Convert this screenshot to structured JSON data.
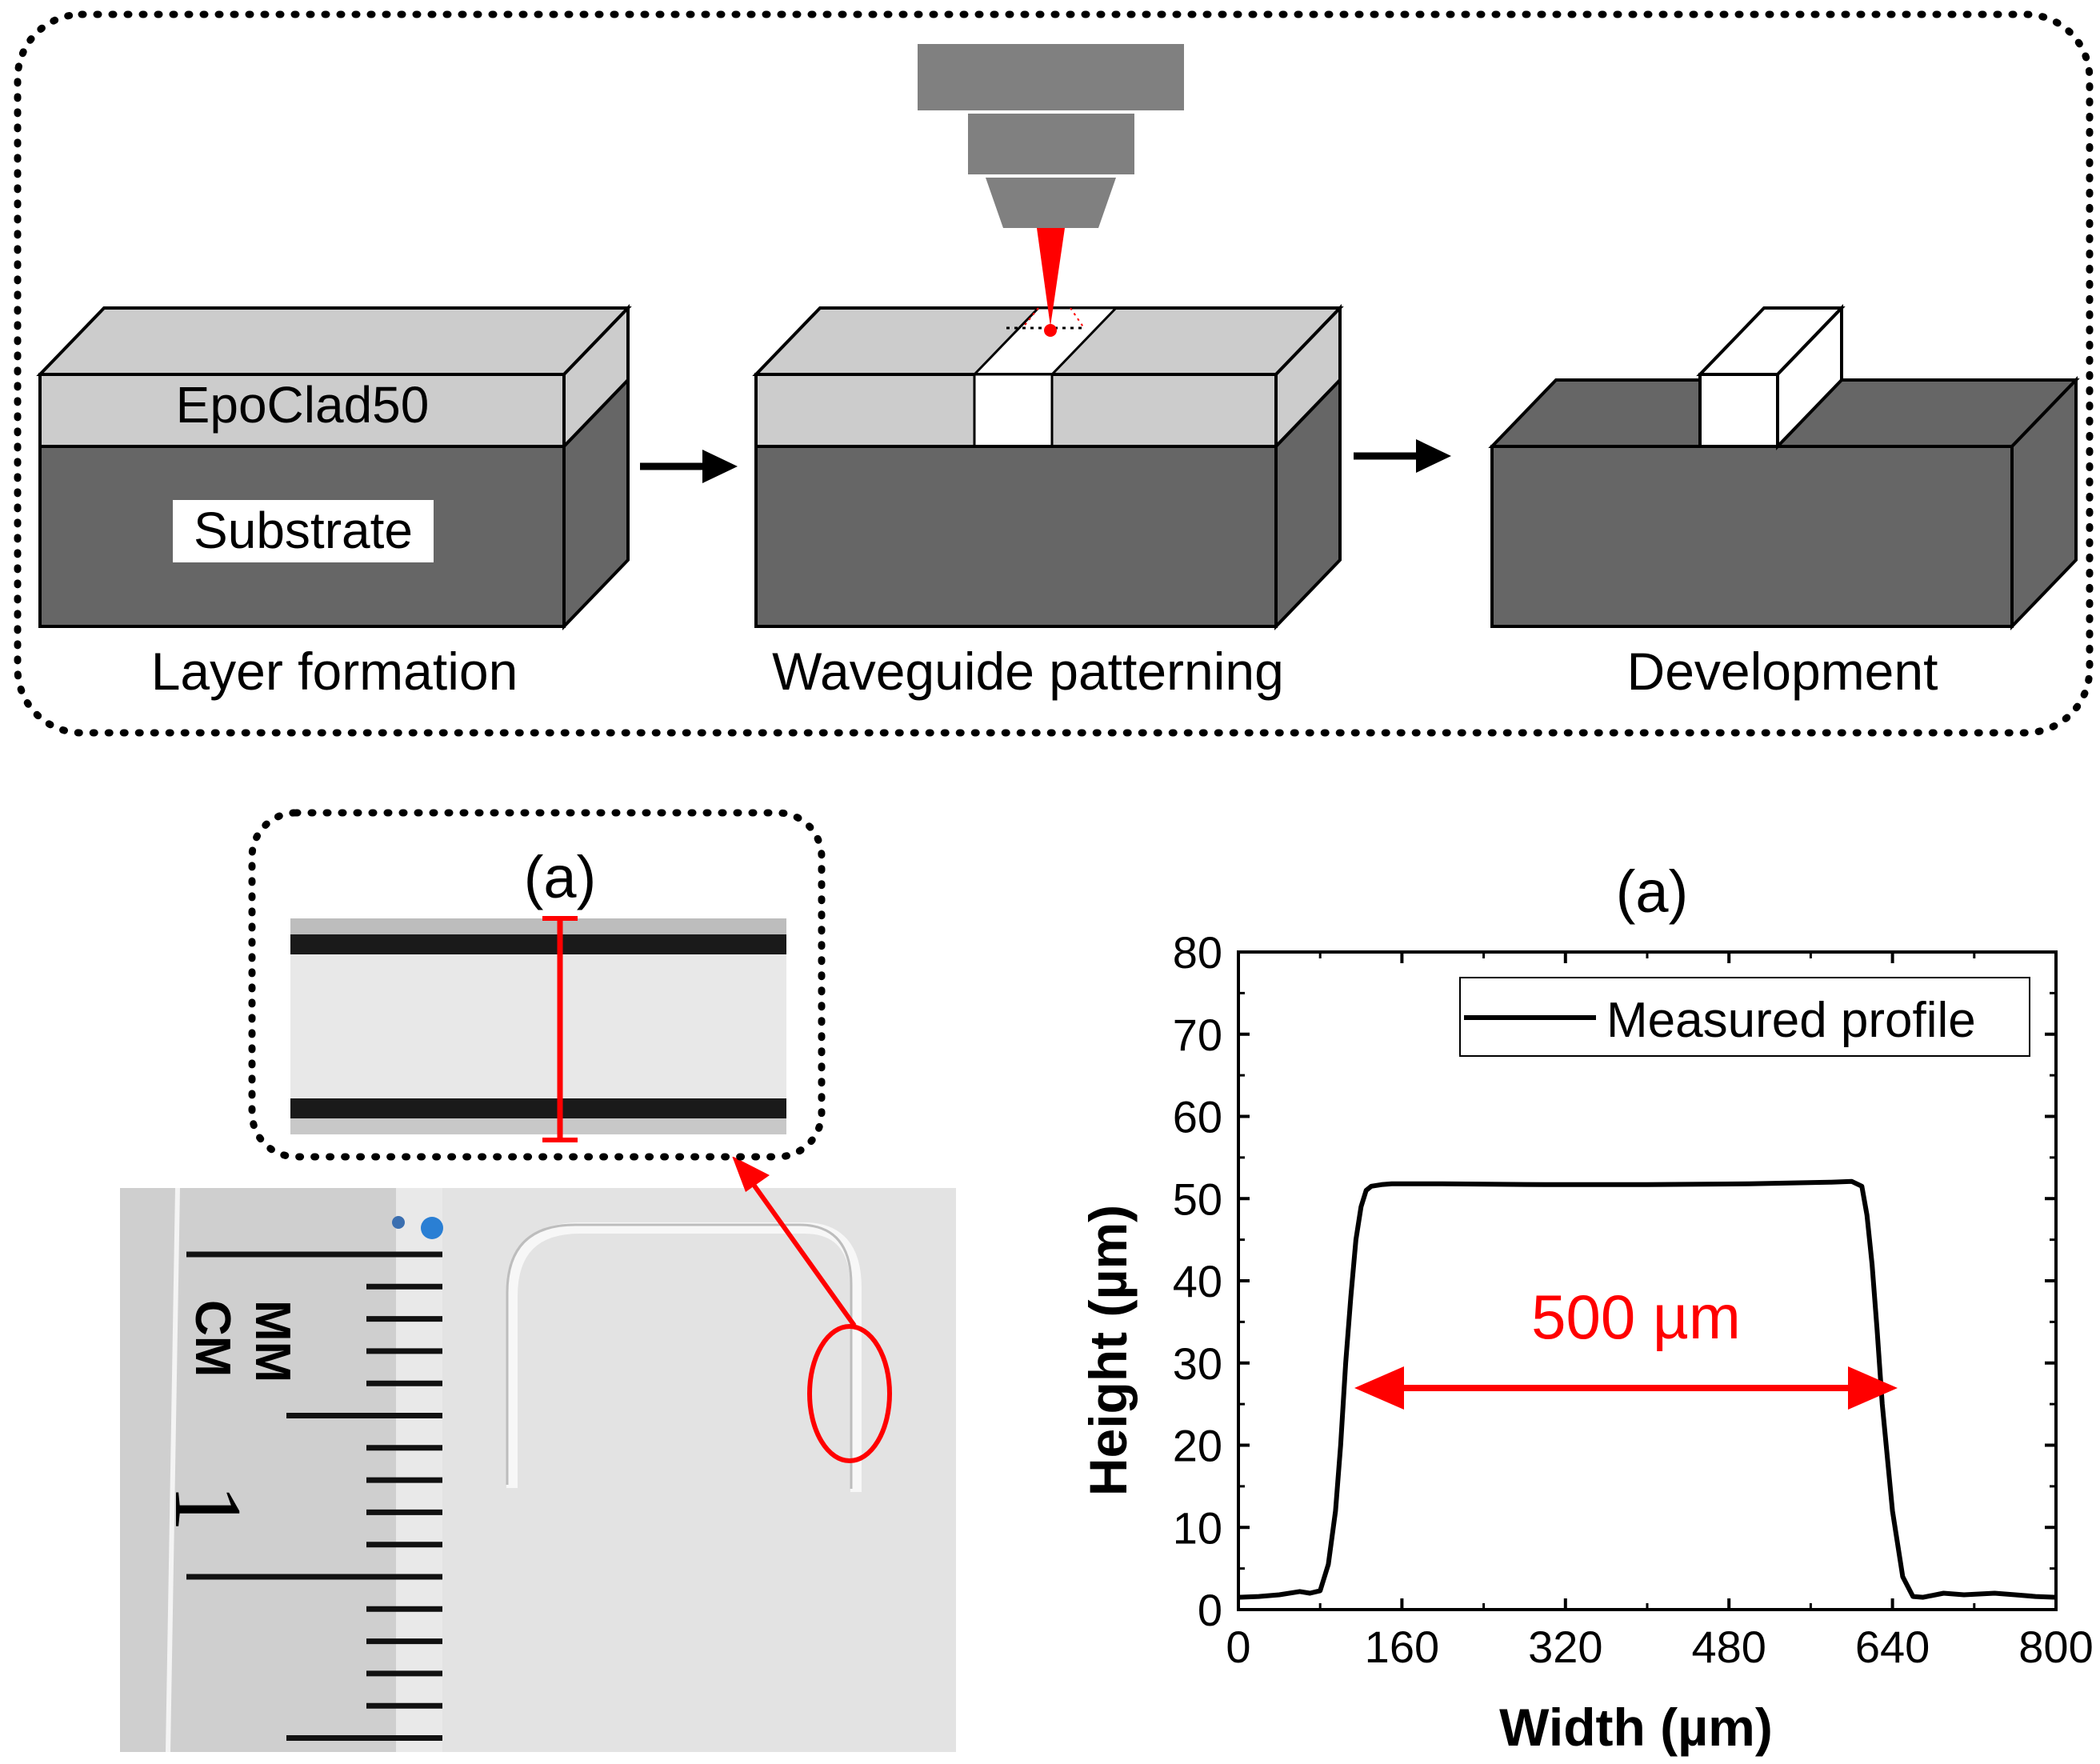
{
  "process": {
    "steps": [
      {
        "caption": "Layer formation"
      },
      {
        "caption": "Waveguide patterning"
      },
      {
        "caption": "Development"
      }
    ],
    "layer_top": "EpoClad50",
    "layer_bottom": "Substrate"
  },
  "photo": {
    "inset_label": "(a)",
    "ruler_mm": "MM",
    "ruler_cm": "CM",
    "ruler_number": "1"
  },
  "chart_panel_label": "(a)",
  "annotation": "500 µm",
  "colors": {
    "substrate": "#666666",
    "cladding": "#cccccc",
    "waveguide": "#ffffff",
    "laser": "#ff0000",
    "optics": "#808080",
    "annotation": "#ff0000"
  },
  "chart_data": {
    "type": "line",
    "xlabel": "Width (µm)",
    "ylabel": "Height (µm)",
    "xlim": [
      0,
      800
    ],
    "ylim": [
      0,
      80
    ],
    "xticks": [
      0,
      160,
      320,
      480,
      640,
      800
    ],
    "yticks": [
      0,
      10,
      20,
      30,
      40,
      50,
      60,
      70,
      80
    ],
    "legend": "top-right",
    "series": [
      {
        "name": "Measured profile",
        "x": [
          0,
          20,
          40,
          60,
          70,
          80,
          88,
          95,
          100,
          105,
          110,
          115,
          120,
          125,
          130,
          140,
          150,
          160,
          200,
          300,
          400,
          500,
          580,
          600,
          610,
          615,
          620,
          625,
          630,
          640,
          650,
          660,
          670,
          690,
          710,
          740,
          760,
          780,
          800
        ],
        "y": [
          1.5,
          1.6,
          1.8,
          2.2,
          2.0,
          2.3,
          5.5,
          12,
          20,
          30,
          38,
          45,
          49,
          51,
          51.5,
          51.7,
          51.8,
          51.8,
          51.8,
          51.7,
          51.7,
          51.8,
          52.0,
          52.1,
          51.5,
          48,
          42,
          34,
          25,
          12,
          4,
          1.6,
          1.5,
          2.0,
          1.8,
          2.0,
          1.8,
          1.6,
          1.5
        ]
      }
    ]
  }
}
